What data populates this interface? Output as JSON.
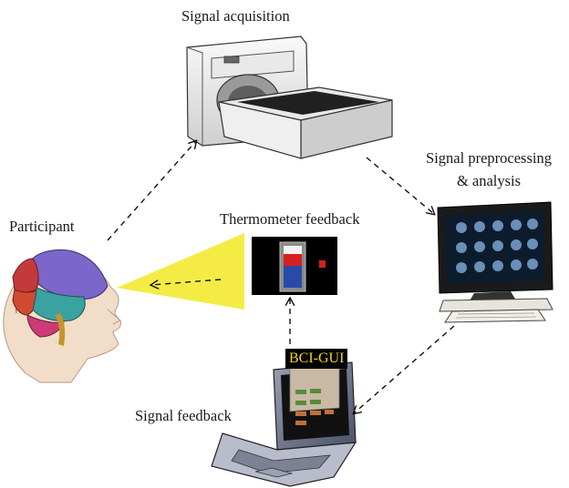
{
  "labels": {
    "signal_acquisition": "Signal acquisition",
    "participant": "Participant",
    "thermometer_feedback": "Thermometer feedback",
    "signal_preprocessing": "Signal preprocessing",
    "analysis": "& analysis",
    "signal_feedback": "Signal feedback",
    "bci_gui": "BCI-GUI"
  },
  "colors": {
    "arrow": "#111111",
    "feedback_beam": "#f4ec45",
    "thermometer_bg": "#000000",
    "thermometer_fill": "#d42020",
    "thermometer_level": "#2a4aa8",
    "bci_label_bg": "#000000",
    "bci_label_text": "#f2d51c"
  },
  "icons": {
    "participant": "brain-head-icon",
    "scanner": "mri-scanner-icon",
    "workstation": "computer-monitor-icon",
    "laptop": "laptop-icon",
    "thermometer": "thermometer-display-icon"
  }
}
